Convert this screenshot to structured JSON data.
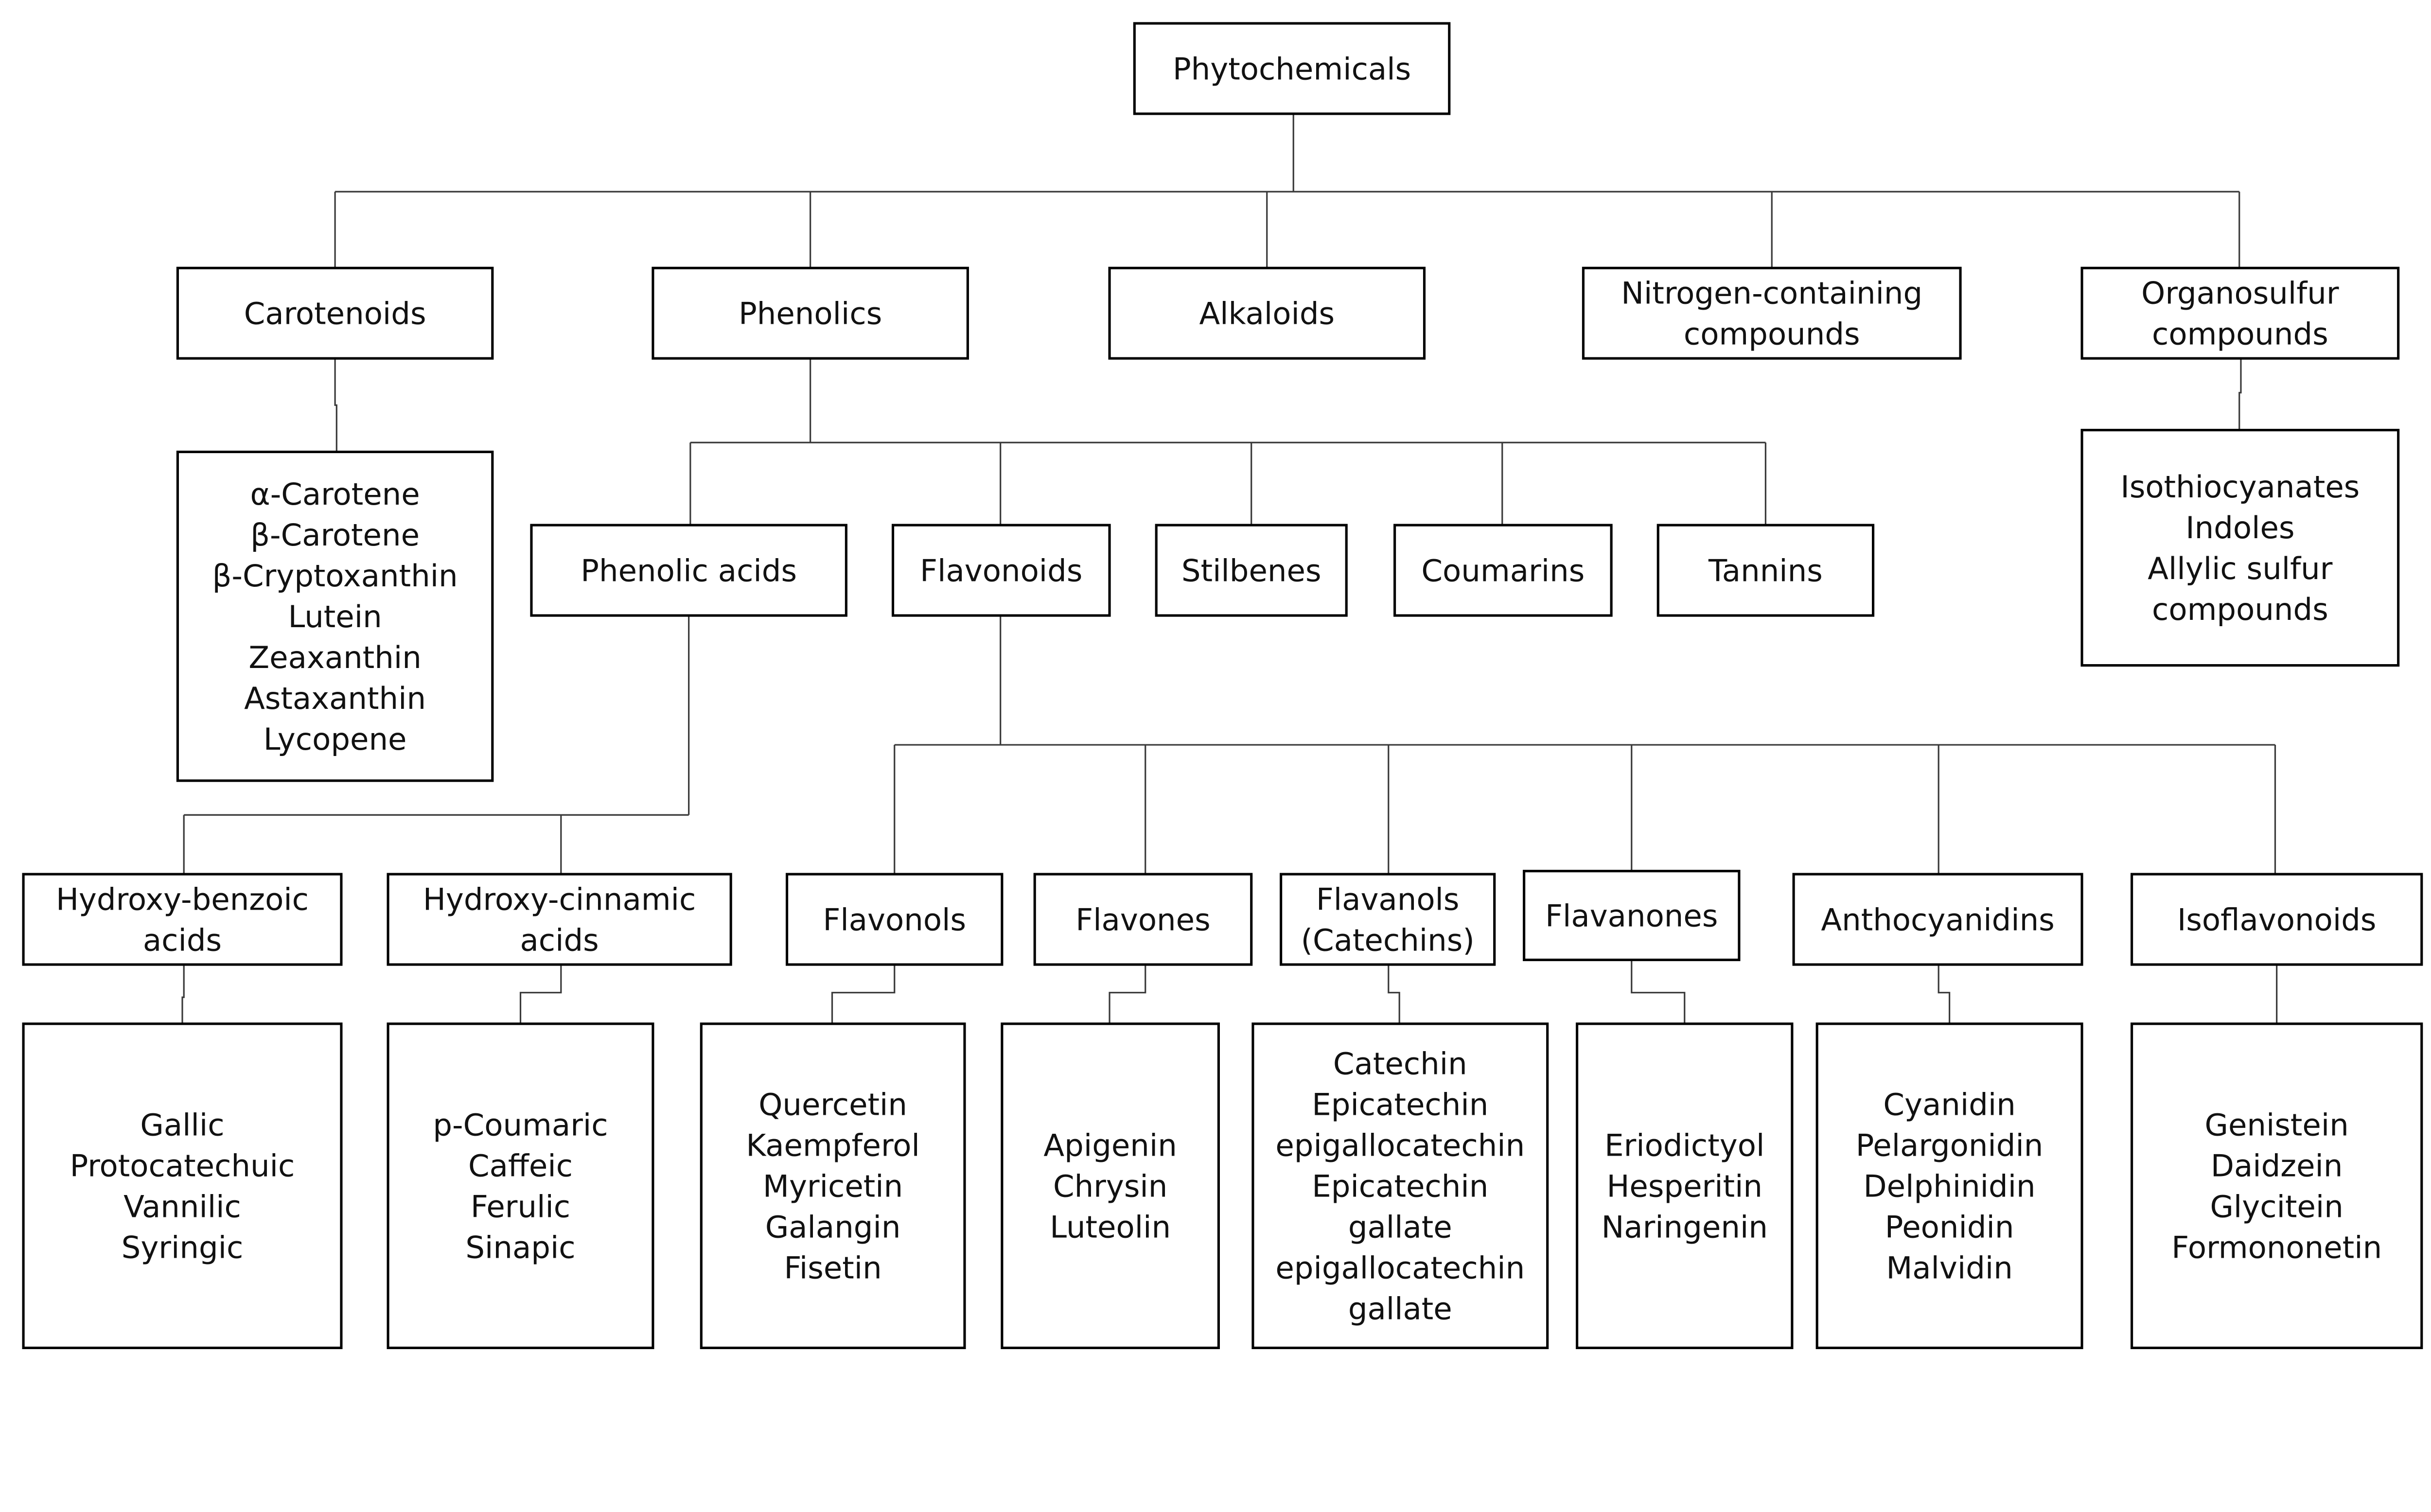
{
  "diagram": {
    "nodes": [
      {
        "id": "root",
        "lines": [
          "Phytochemicals"
        ]
      },
      {
        "id": "carotenoids",
        "lines": [
          "Carotenoids"
        ]
      },
      {
        "id": "phenolics",
        "lines": [
          "Phenolics"
        ]
      },
      {
        "id": "alkaloids",
        "lines": [
          "Alkaloids"
        ]
      },
      {
        "id": "nitrogen",
        "lines": [
          "Nitrogen-containing",
          "compounds"
        ]
      },
      {
        "id": "organosulfur",
        "lines": [
          "Organosulfur",
          "compounds"
        ]
      },
      {
        "id": "carotenoids-list",
        "lines": [
          "α-Carotene",
          "β-Carotene",
          "β-Cryptoxanthin",
          "Lutein",
          "Zeaxanthin",
          "Astaxanthin",
          "Lycopene"
        ]
      },
      {
        "id": "organosulfur-list",
        "lines": [
          "Isothiocyanates",
          "Indoles",
          "Allylic sulfur",
          "compounds"
        ]
      },
      {
        "id": "phenolic-acids",
        "lines": [
          "Phenolic acids"
        ]
      },
      {
        "id": "flavonoids",
        "lines": [
          "Flavonoids"
        ]
      },
      {
        "id": "stilbenes",
        "lines": [
          "Stilbenes"
        ]
      },
      {
        "id": "coumarins",
        "lines": [
          "Coumarins"
        ]
      },
      {
        "id": "tannins",
        "lines": [
          "Tannins"
        ]
      },
      {
        "id": "hydroxybenzoic",
        "lines": [
          "Hydroxy-benzoic",
          "acids"
        ]
      },
      {
        "id": "hydroxycinnamic",
        "lines": [
          "Hydroxy-cinnamic",
          "acids"
        ]
      },
      {
        "id": "flavonols",
        "lines": [
          "Flavonols"
        ]
      },
      {
        "id": "flavones",
        "lines": [
          "Flavones"
        ]
      },
      {
        "id": "flavanols",
        "lines": [
          "Flavanols",
          "(Catechins)"
        ]
      },
      {
        "id": "flavanones",
        "lines": [
          "Flavanones"
        ]
      },
      {
        "id": "anthocyanidins",
        "lines": [
          "Anthocyanidins"
        ]
      },
      {
        "id": "isoflavonoids",
        "lines": [
          "Isoflavonoids"
        ]
      },
      {
        "id": "hydroxybenzoic-list",
        "lines": [
          "Gallic",
          "Protocatechuic",
          "Vannilic",
          "Syringic"
        ]
      },
      {
        "id": "hydroxycinnamic-list",
        "lines": [
          "p-Coumaric",
          "Caffeic",
          "Ferulic",
          "Sinapic"
        ]
      },
      {
        "id": "flavonols-list",
        "lines": [
          "Quercetin",
          "Kaempferol",
          "Myricetin",
          "Galangin",
          "Fisetin"
        ]
      },
      {
        "id": "flavones-list",
        "lines": [
          "Apigenin",
          "Chrysin",
          "Luteolin"
        ]
      },
      {
        "id": "flavanols-list",
        "lines": [
          "Catechin",
          "Epicatechin",
          "epigallocatechin",
          "Epicatechin",
          "gallate",
          "epigallocatechin",
          "gallate"
        ]
      },
      {
        "id": "flavanones-list",
        "lines": [
          "Eriodictyol",
          "Hesperitin",
          "Naringenin"
        ]
      },
      {
        "id": "anthocyanidins-list",
        "lines": [
          "Cyanidin",
          "Pelargonidin",
          "Delphinidin",
          "Peonidin",
          "Malvidin"
        ]
      },
      {
        "id": "isoflavonoids-list",
        "lines": [
          "Genistein",
          "Daidzein",
          "Glycitein",
          "Formononetin"
        ]
      }
    ]
  }
}
